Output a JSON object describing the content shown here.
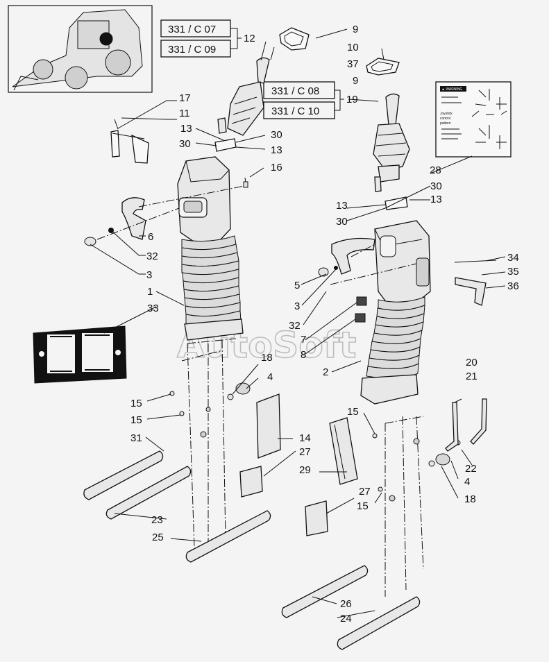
{
  "watermark": "AutoSoft",
  "thumbnail": {
    "description_icon": "backhoe-loader-icon"
  },
  "reference_boxes": [
    "331 / C 07",
    "331 / C 09",
    "331 / C 08",
    "331 / C 10"
  ],
  "decal_text": {
    "title": "▲ WARNING",
    "line1": "Joystick",
    "line2": "control",
    "line3": "pattern"
  },
  "callouts": {
    "c1": "1",
    "c2": "2",
    "c3a": "3",
    "c3b": "3",
    "c4a": "4",
    "c4b": "4",
    "c5": "5",
    "c6": "6",
    "c7": "7",
    "c8": "8",
    "c9a": "9",
    "c9b": "9",
    "c10": "10",
    "c11": "11",
    "c12": "12",
    "c13a": "13",
    "c13b": "13",
    "c13c": "13",
    "c13d": "13",
    "c14": "14",
    "c15a": "15",
    "c15b": "15",
    "c15c": "15",
    "c15d": "15",
    "c16": "16",
    "c17": "17",
    "c18a": "18",
    "c18b": "18",
    "c19": "19",
    "c20": "20",
    "c21": "21",
    "c22": "22",
    "c23": "23",
    "c24": "24",
    "c25": "25",
    "c26": "26",
    "c27a": "27",
    "c27b": "27",
    "c28": "28",
    "c29": "29",
    "c30a": "30",
    "c30b": "30",
    "c30c": "30",
    "c30d": "30",
    "c31": "31",
    "c32a": "32",
    "c32b": "32",
    "c33": "33",
    "c34": "34",
    "c35": "35",
    "c36": "36",
    "c37": "37"
  }
}
